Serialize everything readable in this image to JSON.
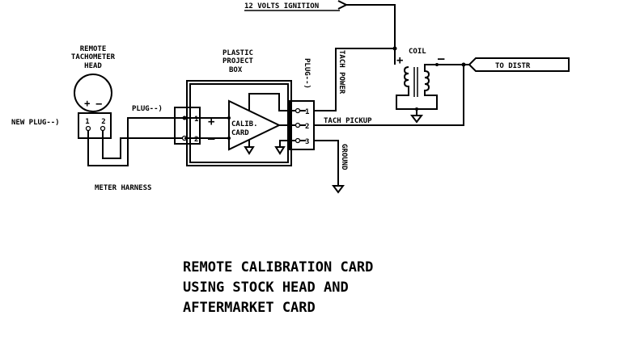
{
  "labels": {
    "ignition": "12 VOLTS IGNITION",
    "tach_head": [
      "REMOTE",
      "TACHOMETER",
      "HEAD"
    ],
    "head_polarity": "+ –",
    "new_plug": "NEW PLUG--)",
    "head_pin1": "1",
    "head_pin2": "2",
    "plug_left": "PLUG--)",
    "project_box": [
      "PLASTIC",
      "PROJECT",
      "BOX"
    ],
    "card_pin1": "1",
    "card_pin2": "2",
    "card_plus": "+",
    "card_minus": "–",
    "calib_card": [
      "CALIB.",
      "CARD"
    ],
    "plug_right": "PLUG--)",
    "out_pin1": "1",
    "out_pin2": "2",
    "out_pin3": "3",
    "tach_power": "TACH POWER",
    "tach_pickup": "TACH PICKUP",
    "ground": "GROUND",
    "coil": "COIL",
    "coil_plus": "+",
    "coil_minus": "–",
    "to_distr": "TO DISTR",
    "meter_harness": "METER HARNESS"
  },
  "title": [
    "REMOTE CALIBRATION CARD",
    "USING STOCK HEAD AND",
    "AFTERMARKET CARD"
  ]
}
